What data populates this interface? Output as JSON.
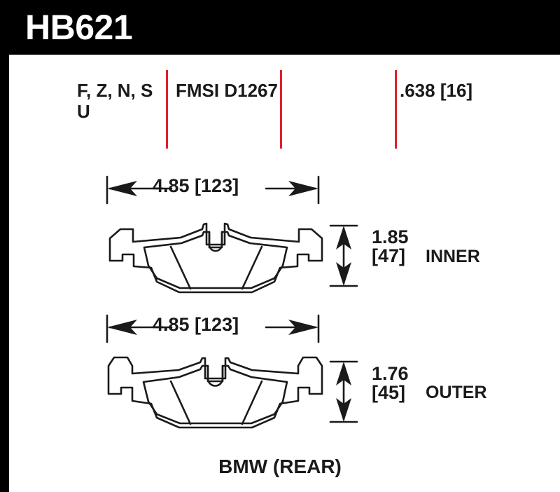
{
  "header": {
    "part_number": "HB621"
  },
  "spec": {
    "compounds_line1": "F, Z, N, S",
    "compounds_line2": "U",
    "fmsi": "FMSI D1267",
    "thickness": ".638 [16]",
    "divider_color": "#e02027"
  },
  "inner_pad": {
    "width_label": "4.85 [123]",
    "height_label_in": "1.85",
    "height_label_mm": "[47]",
    "side": "INNER"
  },
  "outer_pad": {
    "width_label": "4.85 [123]",
    "height_label_in": "1.76",
    "height_label_mm": "[45]",
    "side": "OUTER"
  },
  "footer": {
    "vehicle": "BMW (REAR)"
  },
  "colors": {
    "frame": "#000000",
    "ink": "#1a1a1a",
    "accent": "#e02027",
    "background": "#ffffff"
  }
}
